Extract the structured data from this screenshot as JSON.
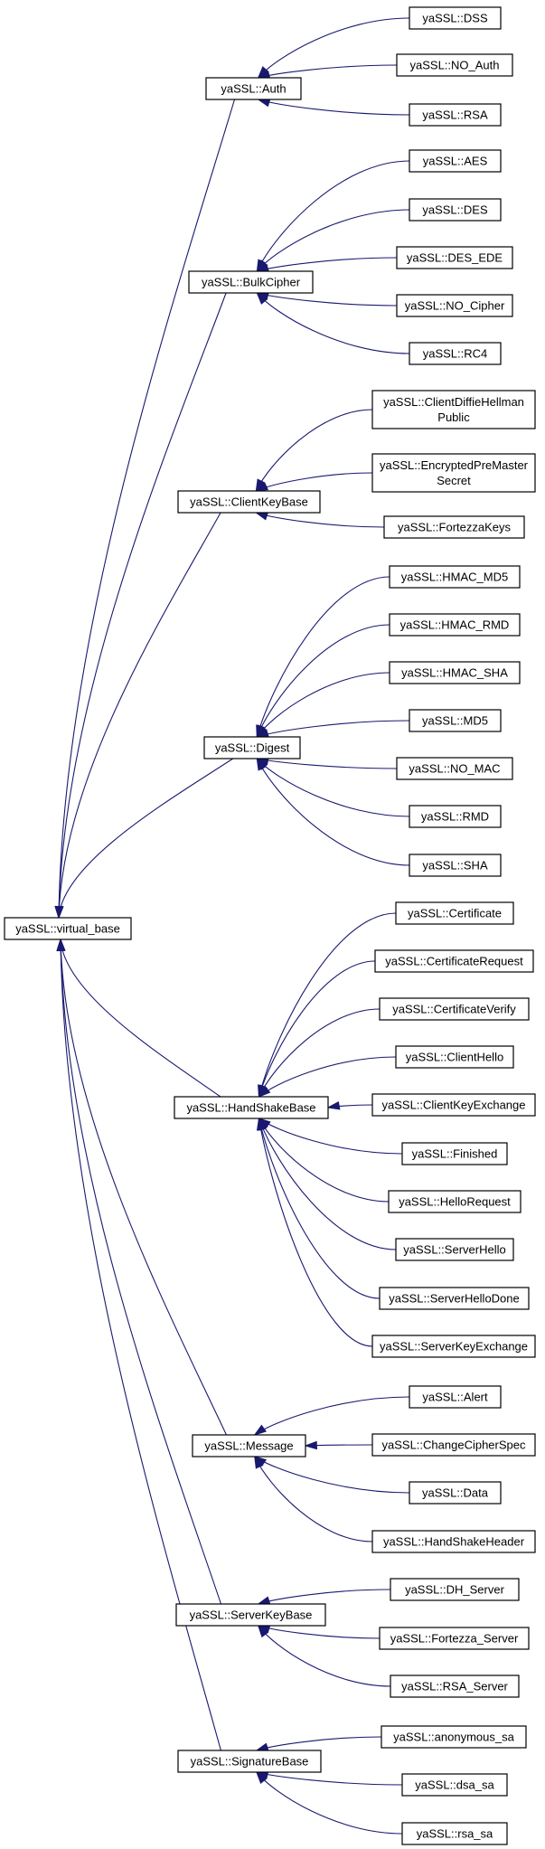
{
  "diagram": {
    "title": "",
    "edge_color": "#191970",
    "root": {
      "id": "virtual_base",
      "label": "yaSSL::virtual_base"
    },
    "groups": [
      {
        "id": "Auth",
        "label": "yaSSL::Auth",
        "children": [
          {
            "id": "DSS",
            "label": "yaSSL::DSS"
          },
          {
            "id": "NO_Auth",
            "label": "yaSSL::NO_Auth"
          },
          {
            "id": "RSA",
            "label": "yaSSL::RSA"
          }
        ]
      },
      {
        "id": "BulkCipher",
        "label": "yaSSL::BulkCipher",
        "children": [
          {
            "id": "AES",
            "label": "yaSSL::AES"
          },
          {
            "id": "DES",
            "label": "yaSSL::DES"
          },
          {
            "id": "DES_EDE",
            "label": "yaSSL::DES_EDE"
          },
          {
            "id": "NO_Cipher",
            "label": "yaSSL::NO_Cipher"
          },
          {
            "id": "RC4",
            "label": "yaSSL::RC4"
          }
        ]
      },
      {
        "id": "ClientKeyBase",
        "label": "yaSSL::ClientKeyBase",
        "children": [
          {
            "id": "ClientDiffieHellmanPublic",
            "label": "yaSSL::ClientDiffieHellman\nPublic"
          },
          {
            "id": "EncryptedPreMasterSecret",
            "label": "yaSSL::EncryptedPreMaster\nSecret"
          },
          {
            "id": "FortezzaKeys",
            "label": "yaSSL::FortezzaKeys"
          }
        ]
      },
      {
        "id": "Digest",
        "label": "yaSSL::Digest",
        "children": [
          {
            "id": "HMAC_MD5",
            "label": "yaSSL::HMAC_MD5"
          },
          {
            "id": "HMAC_RMD",
            "label": "yaSSL::HMAC_RMD"
          },
          {
            "id": "HMAC_SHA",
            "label": "yaSSL::HMAC_SHA"
          },
          {
            "id": "MD5",
            "label": "yaSSL::MD5"
          },
          {
            "id": "NO_MAC",
            "label": "yaSSL::NO_MAC"
          },
          {
            "id": "RMD",
            "label": "yaSSL::RMD"
          },
          {
            "id": "SHA",
            "label": "yaSSL::SHA"
          }
        ]
      },
      {
        "id": "HandShakeBase",
        "label": "yaSSL::HandShakeBase",
        "children": [
          {
            "id": "Certificate",
            "label": "yaSSL::Certificate"
          },
          {
            "id": "CertificateRequest",
            "label": "yaSSL::CertificateRequest"
          },
          {
            "id": "CertificateVerify",
            "label": "yaSSL::CertificateVerify"
          },
          {
            "id": "ClientHello",
            "label": "yaSSL::ClientHello"
          },
          {
            "id": "ClientKeyExchange",
            "label": "yaSSL::ClientKeyExchange"
          },
          {
            "id": "Finished",
            "label": "yaSSL::Finished"
          },
          {
            "id": "HelloRequest",
            "label": "yaSSL::HelloRequest"
          },
          {
            "id": "ServerHello",
            "label": "yaSSL::ServerHello"
          },
          {
            "id": "ServerHelloDone",
            "label": "yaSSL::ServerHelloDone"
          },
          {
            "id": "ServerKeyExchange",
            "label": "yaSSL::ServerKeyExchange"
          }
        ]
      },
      {
        "id": "Message",
        "label": "yaSSL::Message",
        "children": [
          {
            "id": "Alert",
            "label": "yaSSL::Alert"
          },
          {
            "id": "ChangeCipherSpec",
            "label": "yaSSL::ChangeCipherSpec"
          },
          {
            "id": "Data",
            "label": "yaSSL::Data"
          },
          {
            "id": "HandShakeHeader",
            "label": "yaSSL::HandShakeHeader"
          }
        ]
      },
      {
        "id": "ServerKeyBase",
        "label": "yaSSL::ServerKeyBase",
        "children": [
          {
            "id": "DH_Server",
            "label": "yaSSL::DH_Server"
          },
          {
            "id": "Fortezza_Server",
            "label": "yaSSL::Fortezza_Server"
          },
          {
            "id": "RSA_Server",
            "label": "yaSSL::RSA_Server"
          }
        ]
      },
      {
        "id": "SignatureBase",
        "label": "yaSSL::SignatureBase",
        "children": [
          {
            "id": "anonymous_sa",
            "label": "yaSSL::anonymous_sa"
          },
          {
            "id": "dsa_sa",
            "label": "yaSSL::dsa_sa"
          },
          {
            "id": "rsa_sa",
            "label": "yaSSL::rsa_sa"
          }
        ]
      }
    ]
  }
}
